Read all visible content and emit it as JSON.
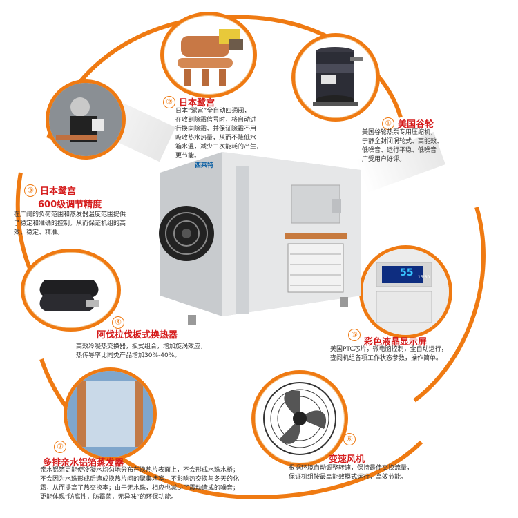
{
  "machine": {
    "brand_text": "西莱特"
  },
  "features": [
    {
      "number": "①",
      "title": "美国谷轮",
      "desc": "美国谷轮热泵专用压缩机，\n宁静全封闭涡轮式、高能效、\n低噪音、运行平稳、低噪音\n广受用户好评。"
    },
    {
      "number": "②",
      "title": "日本鹭宫",
      "desc": "日本“鹭宫”全自动四通阀，\n在收到除霜信号时，将自动进\n行换向除霜。并保证除霜不用\n吸收热水热量，从而不降低水\n箱水温，减少二次能耗的产生，\n更节能。"
    },
    {
      "number": "③",
      "title": "日本鹭宫",
      "subtitle": "600级调节精度",
      "desc": "在广阔的负荷范围和蒸发器温度范围提供\n了稳定和准确的控制。从而保证机组的高\n效、稳定、精准。"
    },
    {
      "number": "④",
      "title": "阿伐拉伐扳式换热器",
      "desc": "高效冷凝热交换器，扳式组合，增加旋涡效应，\n热传导率比同类产品增加30%-40%。"
    },
    {
      "number": "⑤",
      "title": "彩色液晶显示屏",
      "desc": "美国PTC芯片，微电脑控制，全自动运行，\n查阅机组各项工作状态参数，操作简单。"
    },
    {
      "number": "⑥",
      "title": "变速风机",
      "desc": "根据环境自动调整转速，保持最佳交换流量，\n保证机组按最高能效模式运行，高效节能。"
    },
    {
      "number": "⑦",
      "title": "多排亲水铝箔蒸发器",
      "desc": "亲水铝箔更能使冷凝水均匀地分布在换热片表面上，不会形成水珠水桥；\n不会因为水珠形成后造成换热片间的聚集堵塞，不影响热交换与冬天的化\n霜，从而提高了热交换率；由于无水珠，相应也减少了震动造成的噪音；\n更能体现“防腐性，防霉菌，无异味”的环保功能。"
    }
  ],
  "display_panel": {
    "big_value": "55",
    "time": "15:30"
  }
}
